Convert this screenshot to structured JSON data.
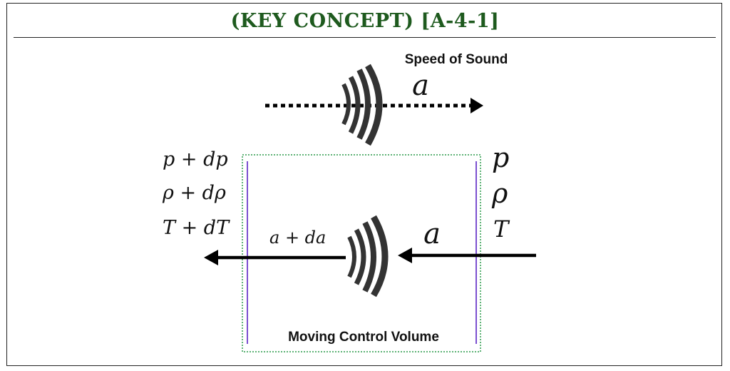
{
  "header": {
    "title": "(KEY CONCEPT) [A-4-1]"
  },
  "top": {
    "speed_label": "Speed of Sound",
    "speed_symbol": "a"
  },
  "left_state": {
    "pressure": "p + dp",
    "density": "ρ + dρ",
    "temperature": "T + dT"
  },
  "right_state": {
    "pressure": "p",
    "density": "ρ",
    "temperature": "T"
  },
  "flow": {
    "exit_velocity": "a + da",
    "inlet_velocity": "a"
  },
  "control_volume": {
    "label": "Moving Control Volume",
    "border_color": "#2a9a4a",
    "boundary_color": "#7b4fd0"
  }
}
